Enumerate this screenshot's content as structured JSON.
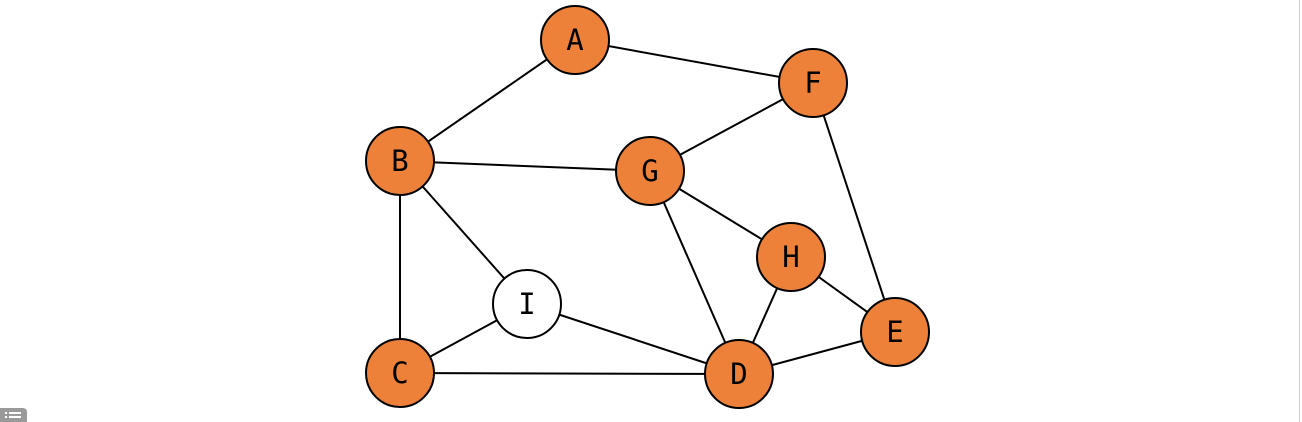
{
  "graph": {
    "colors": {
      "visited_fill": "#ed8139",
      "unvisited_fill": "#ffffff",
      "stroke": "#000000",
      "text": "#000000"
    },
    "nodes": [
      {
        "id": "A",
        "label": "A",
        "state": "visited"
      },
      {
        "id": "F",
        "label": "F",
        "state": "visited"
      },
      {
        "id": "B",
        "label": "B",
        "state": "visited"
      },
      {
        "id": "G",
        "label": "G",
        "state": "visited"
      },
      {
        "id": "H",
        "label": "H",
        "state": "visited"
      },
      {
        "id": "I",
        "label": "I",
        "state": "unvisited"
      },
      {
        "id": "E",
        "label": "E",
        "state": "visited"
      },
      {
        "id": "C",
        "label": "C",
        "state": "visited"
      },
      {
        "id": "D",
        "label": "D",
        "state": "visited"
      }
    ],
    "edges": [
      [
        "A",
        "F"
      ],
      [
        "A",
        "B"
      ],
      [
        "B",
        "G"
      ],
      [
        "B",
        "I"
      ],
      [
        "B",
        "C"
      ],
      [
        "G",
        "F"
      ],
      [
        "F",
        "E"
      ],
      [
        "G",
        "H"
      ],
      [
        "G",
        "D"
      ],
      [
        "H",
        "D"
      ],
      [
        "H",
        "E"
      ],
      [
        "I",
        "C"
      ],
      [
        "I",
        "D"
      ],
      [
        "C",
        "D"
      ],
      [
        "D",
        "E"
      ]
    ]
  },
  "corner_widget": {
    "icon": "list-icon"
  }
}
